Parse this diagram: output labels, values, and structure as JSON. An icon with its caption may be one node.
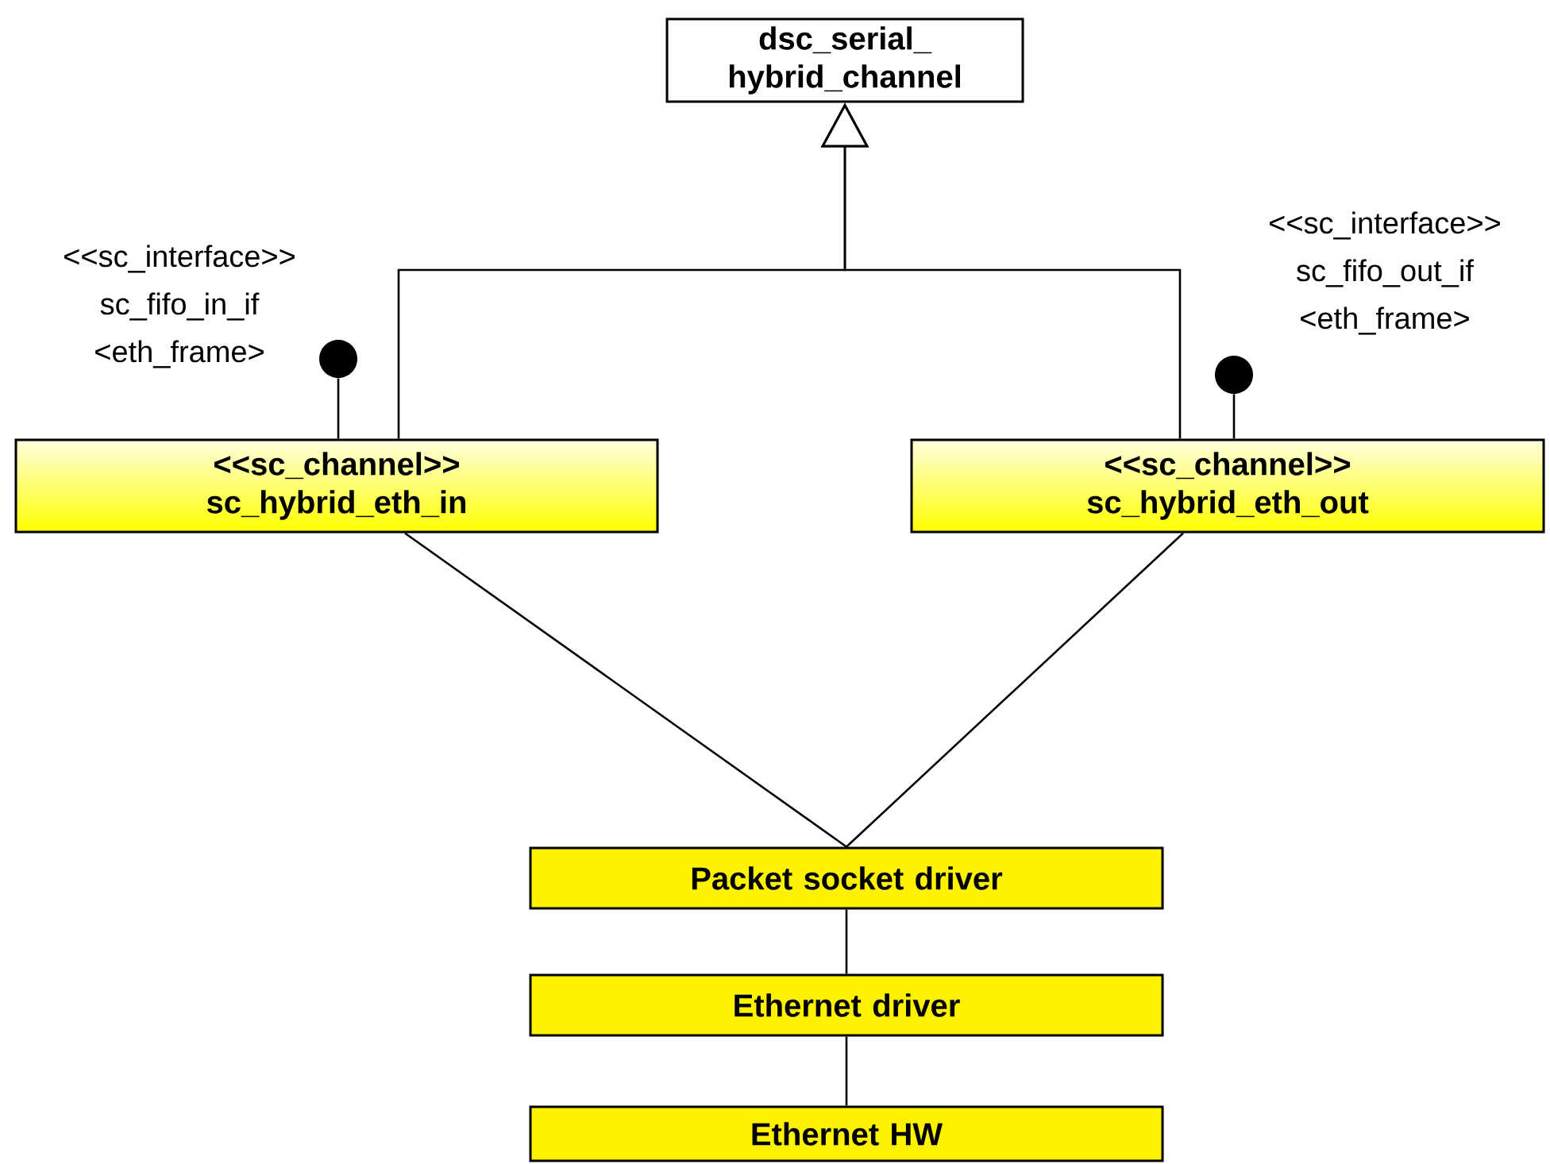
{
  "diagram": {
    "nodes": [
      {
        "text": [
          "dsc_serial_ hybrid_channel"
        ]
      },
      {
        "text": [
          "<<sc_channel>>",
          "sc_hybrid_eth_in"
        ]
      },
      {
        "text": [
          "<<sc_channel>>",
          "sc_hybrid_eth_out"
        ]
      },
      {
        "text": [
          "Packet socket driver"
        ]
      },
      {
        "text": [
          "Ethernet driver"
        ]
      },
      {
        "text": [
          "Ethernet HW"
        ]
      },
      {
        "text": [],
        "shape": "circle",
        "beside": [
          "<<sc_interface>> sc_fifo_in_if <eth_frame>"
        ]
      },
      {
        "text": [],
        "shape": "circle",
        "beside": [
          "<<sc_interface>> sc_fifo_out_if <eth_frame>"
        ]
      }
    ],
    "edges": [
      {
        "from": 1,
        "to": 0,
        "arrow": "to"
      },
      {
        "from": 2,
        "to": 0,
        "arrow": "to"
      },
      {
        "from": 1,
        "to": 6,
        "arrow": "none"
      },
      {
        "from": 2,
        "to": 7,
        "arrow": "none"
      },
      {
        "from": 1,
        "to": 3,
        "arrow": "none"
      },
      {
        "from": 2,
        "to": 3,
        "arrow": "none"
      },
      {
        "from": 3,
        "to": 4,
        "arrow": "none"
      },
      {
        "from": 4,
        "to": 5,
        "arrow": "none"
      }
    ]
  }
}
